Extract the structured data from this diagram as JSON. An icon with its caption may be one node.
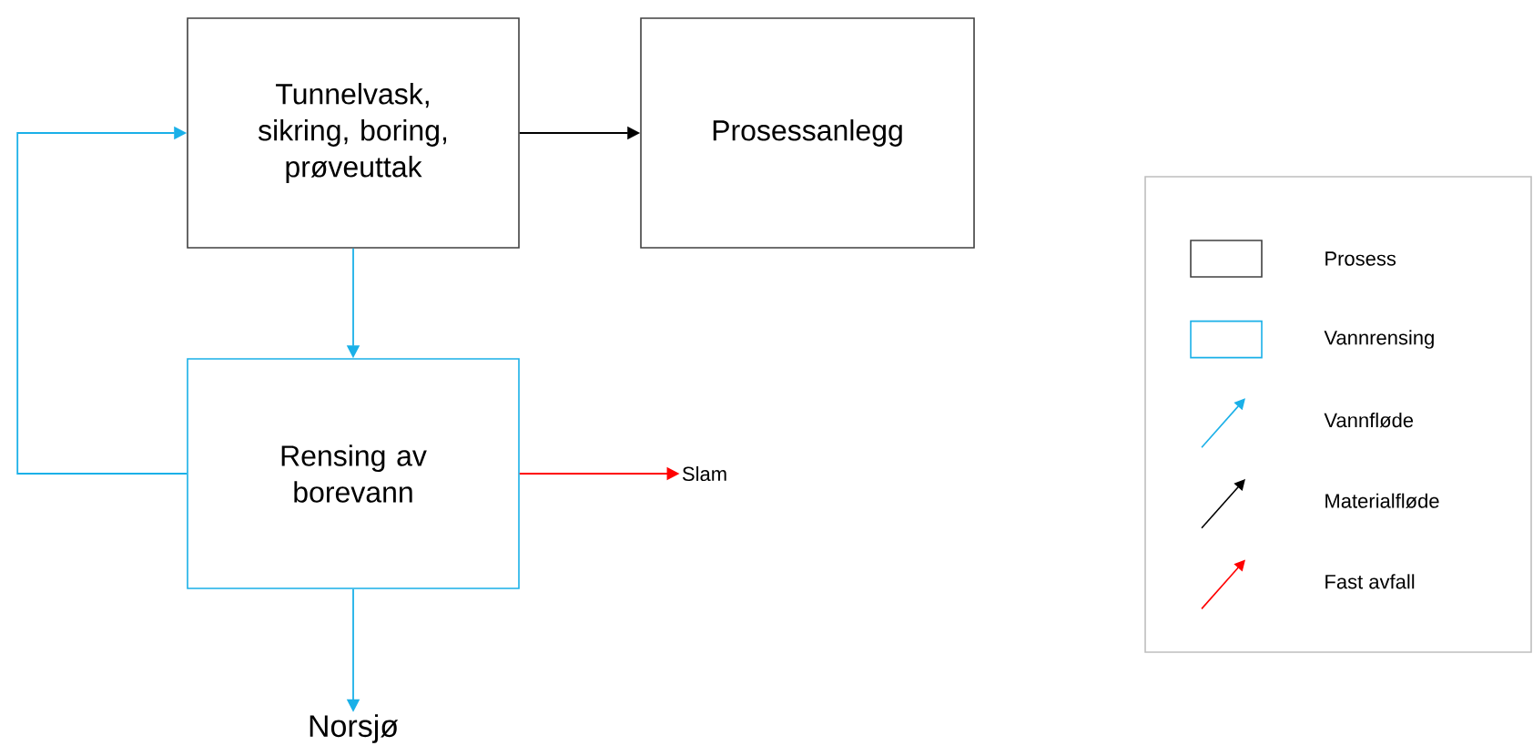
{
  "diagram": {
    "nodes": [
      {
        "text": [
          "Tunnelvask, sikring, boring, prøveuttak"
        ]
      },
      {
        "text": [
          "Prosessanlegg"
        ]
      },
      {
        "text": [
          "Rensing av borevann"
        ]
      },
      {
        "text": [
          "Norsjø"
        ]
      },
      {
        "text": [
          "Slam"
        ]
      }
    ],
    "edges": [
      {
        "from": 0,
        "to": 1,
        "arrow": "to",
        "color": "#000000"
      },
      {
        "from": 0,
        "to": 2,
        "arrow": "to"
      },
      {
        "from": 2,
        "to": 0,
        "arrow": "to"
      },
      {
        "from": 2,
        "to": 4,
        "arrow": "to",
        "color": "#ff0000"
      },
      {
        "from": 2,
        "to": 3,
        "arrow": "to"
      }
    ],
    "legend": [
      {
        "text": "Prosess"
      },
      {
        "text": "Vannrensing"
      },
      {
        "text": "Vannfløde"
      },
      {
        "text": "Materialfløde"
      },
      {
        "text": "Fast avfall"
      }
    ]
  }
}
